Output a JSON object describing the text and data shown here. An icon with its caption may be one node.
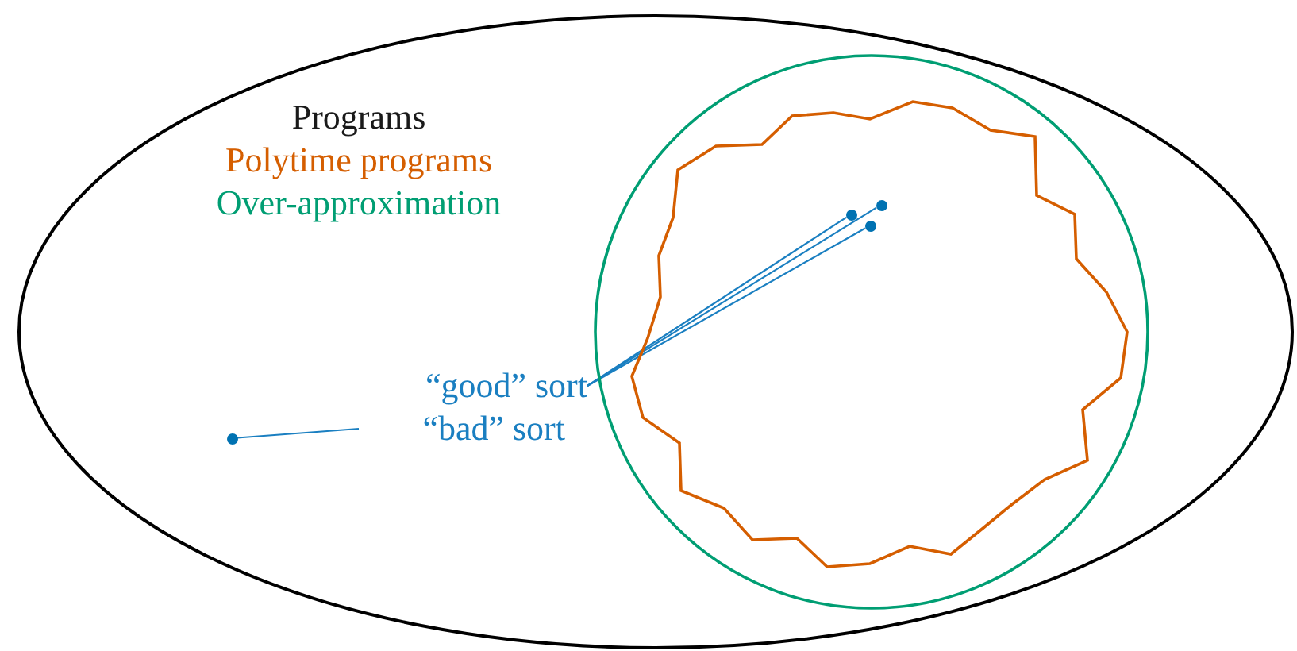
{
  "diagram": {
    "nodes": [
      {
        "text": [
          "Programs"
        ]
      },
      {
        "text": [
          "Over-approximation"
        ],
        "in": 0
      },
      {
        "text": [
          "Polytime programs"
        ],
        "in": 1
      },
      {
        "text": [
          "“good” sort"
        ],
        "in": 0
      },
      {
        "text": [
          "“bad” sort"
        ],
        "in": 0
      },
      {
        "text": [],
        "shape": "circle",
        "in": 2
      },
      {
        "text": [],
        "shape": "circle",
        "in": 2
      },
      {
        "text": [],
        "shape": "circle",
        "in": 2
      },
      {
        "text": [],
        "shape": "circle",
        "in": 0
      }
    ],
    "edges": [
      {
        "from": 3,
        "to": 5,
        "arrow": "none"
      },
      {
        "from": 3,
        "to": 6,
        "arrow": "none"
      },
      {
        "from": 3,
        "to": 7,
        "arrow": "none"
      },
      {
        "from": 4,
        "to": 8,
        "arrow": "none"
      }
    ]
  }
}
